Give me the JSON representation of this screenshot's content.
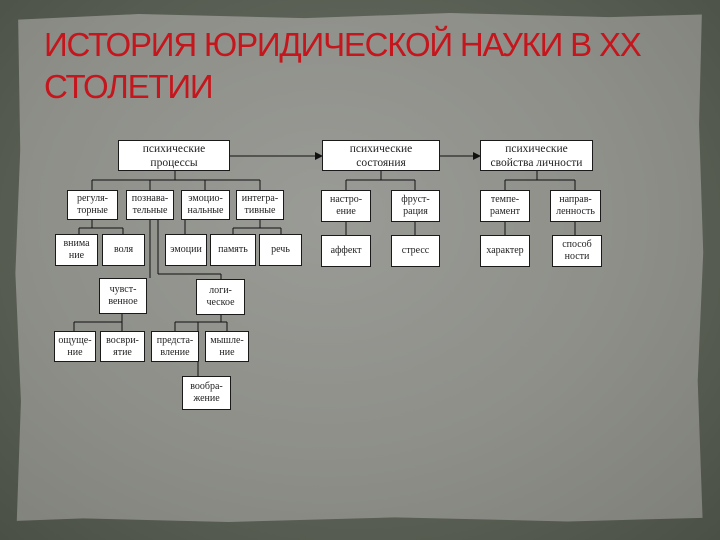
{
  "slide": {
    "title_lines": [
      "ИСТОРИЯ ЮРИДИЧЕСКОЙ НАУКИ В ХХ",
      "СТОЛЕТИИ"
    ]
  },
  "diagram": {
    "nodes": {
      "processes": [
        "психические",
        "процессы"
      ],
      "states": [
        "психические",
        "состояния"
      ],
      "properties": [
        "психические",
        "свойства личности"
      ],
      "regulatory": [
        "регуля-",
        "торные"
      ],
      "cognitive": [
        "познава-",
        "тельные"
      ],
      "emotional": [
        "эмоцио-",
        "нальные"
      ],
      "integrative": [
        "интегра-",
        "тивные"
      ],
      "attention": [
        "внима",
        "ние"
      ],
      "will": [
        "воля"
      ],
      "emotions": [
        "эмоции"
      ],
      "memory": [
        "память"
      ],
      "speech": [
        "речь"
      ],
      "sensory": [
        "чувст-",
        "венное"
      ],
      "logical": [
        "логи-",
        "ческое"
      ],
      "sensation": [
        "ощуще-",
        "ние"
      ],
      "perception": [
        "восври-",
        "ятие"
      ],
      "representation": [
        "предста-",
        "вление"
      ],
      "thinking": [
        "мышле-",
        "ние"
      ],
      "imagination": [
        "вообра-",
        "жение"
      ],
      "mood": [
        "настро-",
        "ение"
      ],
      "frustration": [
        "фруст-",
        "рация"
      ],
      "affect": [
        "аффект"
      ],
      "stress": [
        "стресс"
      ],
      "temperament": [
        "темпе-",
        "рамент"
      ],
      "orientation": [
        "направ-",
        "ленность"
      ],
      "character": [
        "характер"
      ],
      "abilities": [
        "способ",
        "ности"
      ]
    }
  }
}
